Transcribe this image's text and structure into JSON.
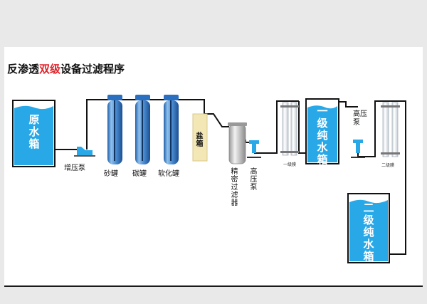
{
  "title": {
    "prefix": "反渗透",
    "highlight": "双级",
    "suffix": "设备过滤程序"
  },
  "colors": {
    "pipe": "#111111",
    "water": "#29a8e8",
    "highlight": "#e0242b",
    "vessel_blue": "#3a7fc8",
    "brine": "#f3e7b5"
  },
  "tanks": {
    "raw": "原水箱",
    "first_pure": "一级纯水箱",
    "second_pure": "二级纯水箱"
  },
  "labels": {
    "booster_pump": "增压泵",
    "sand_tank": "砂罐",
    "carbon_tank": "碳罐",
    "softener_tank": "软化罐",
    "salt_box": "盐箱",
    "precision_filter": "精密过滤器",
    "high_pressure_pump_1": "高压泵",
    "high_pressure_pump_2": "高压泵",
    "membrane_1": "一级膜",
    "membrane_2": "二级膜"
  }
}
